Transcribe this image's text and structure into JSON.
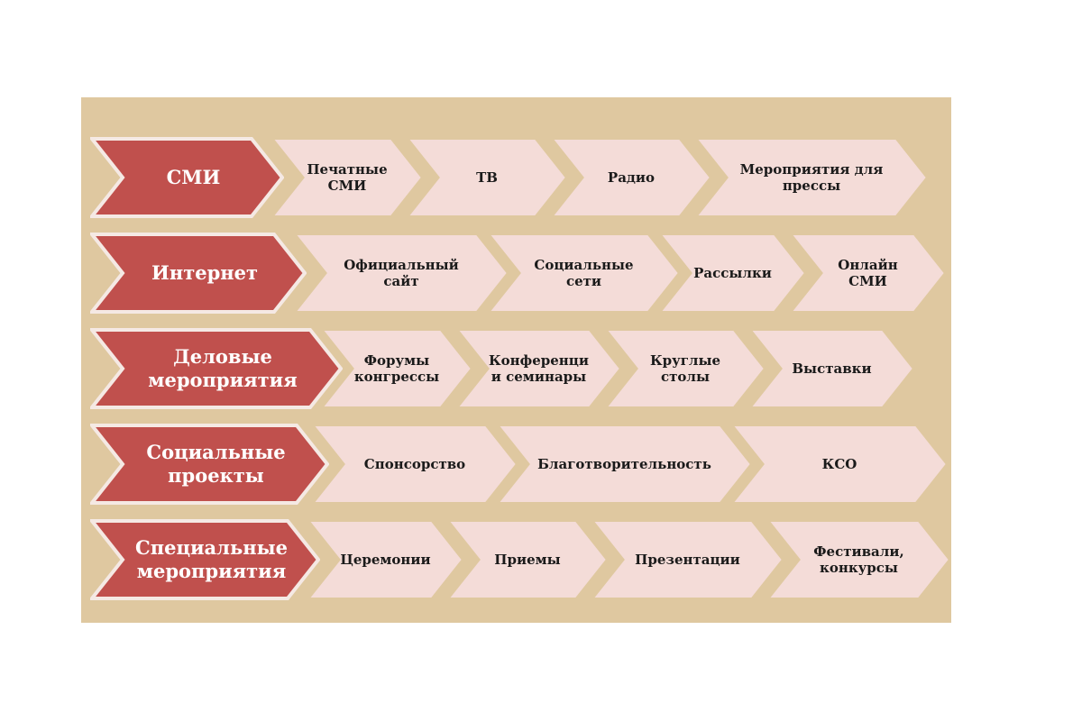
{
  "colors": {
    "panel": "#dfc8a0",
    "category_fill": "#c0504d",
    "category_border": "#f5e9e4",
    "item_fill": "#f4dcd8",
    "item_text": "#1a1a1a",
    "category_text": "#ffffff"
  },
  "rows": [
    {
      "category": "СМИ",
      "items": [
        "Печатные\nСМИ",
        "ТВ",
        "Радио",
        "Мероприятия для\nпрессы"
      ]
    },
    {
      "category": "Интернет",
      "items": [
        "Официальный\nсайт",
        "Социальные\nсети",
        "Рассылки",
        "Онлайн\nСМИ"
      ]
    },
    {
      "category": "Деловые\nмероприятия",
      "items": [
        "Форумы\nконгрессы",
        "Конференци\nи семинары",
        "Круглые\nстолы",
        "Выставки"
      ]
    },
    {
      "category": "Социальные\nпроекты",
      "items": [
        "Спонсорство",
        "Благотворительность",
        "КСО"
      ]
    },
    {
      "category": "Специальные\nмероприятия",
      "items": [
        "Церемонии",
        "Приемы",
        "Презентации",
        "Фестивали,\nконкурсы"
      ]
    }
  ]
}
